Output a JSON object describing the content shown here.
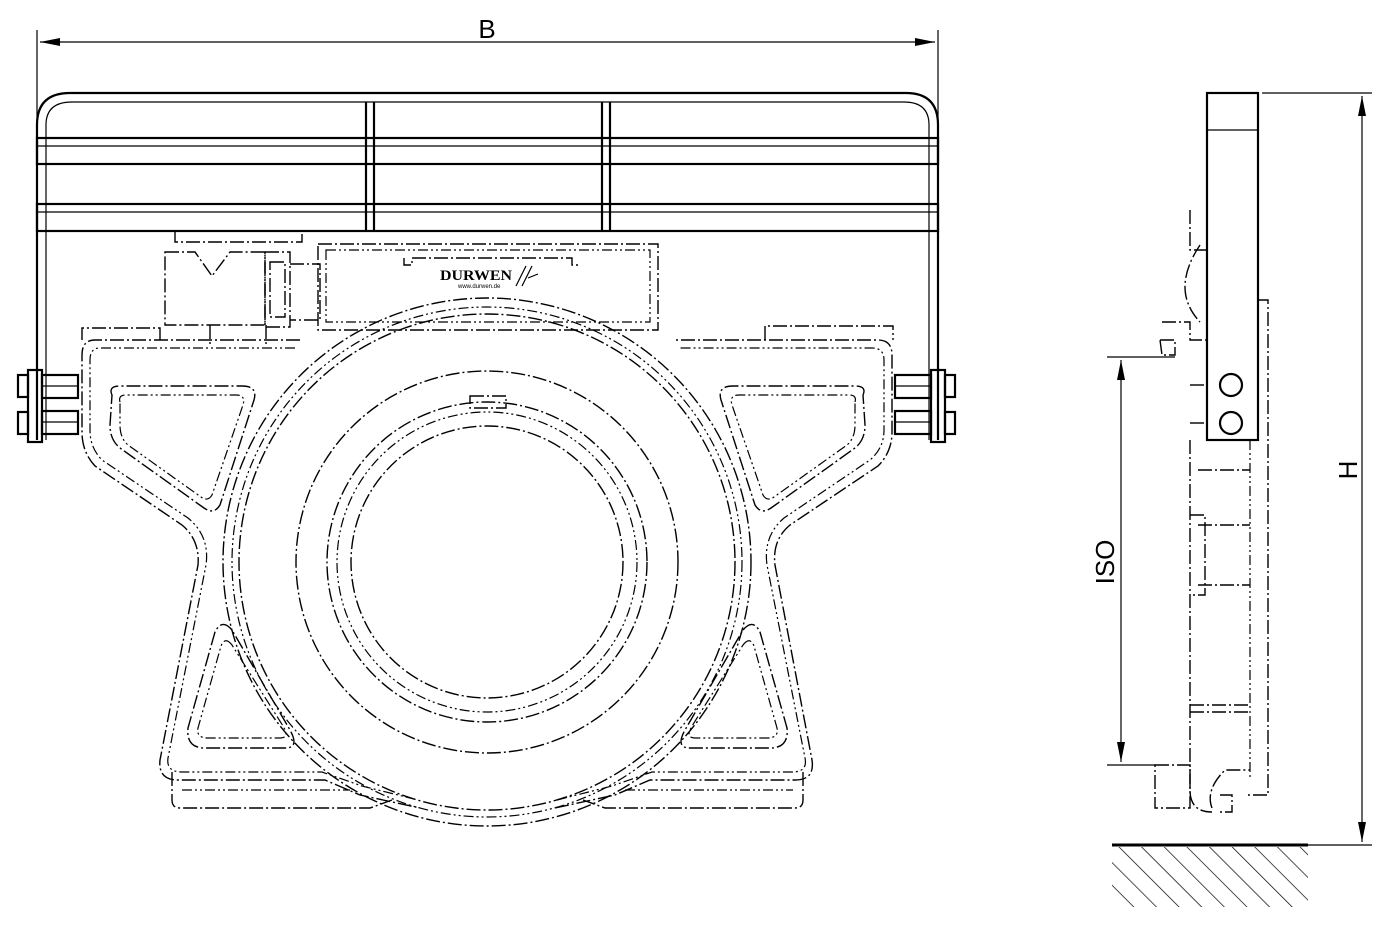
{
  "dimensions": {
    "width_label": "B",
    "height_label": "H",
    "iso_label": "ISO"
  },
  "logo": {
    "brand": "DURWEN",
    "url": "www.durwen.de"
  },
  "colors": {
    "line": "#000000",
    "background": "#ffffff"
  }
}
